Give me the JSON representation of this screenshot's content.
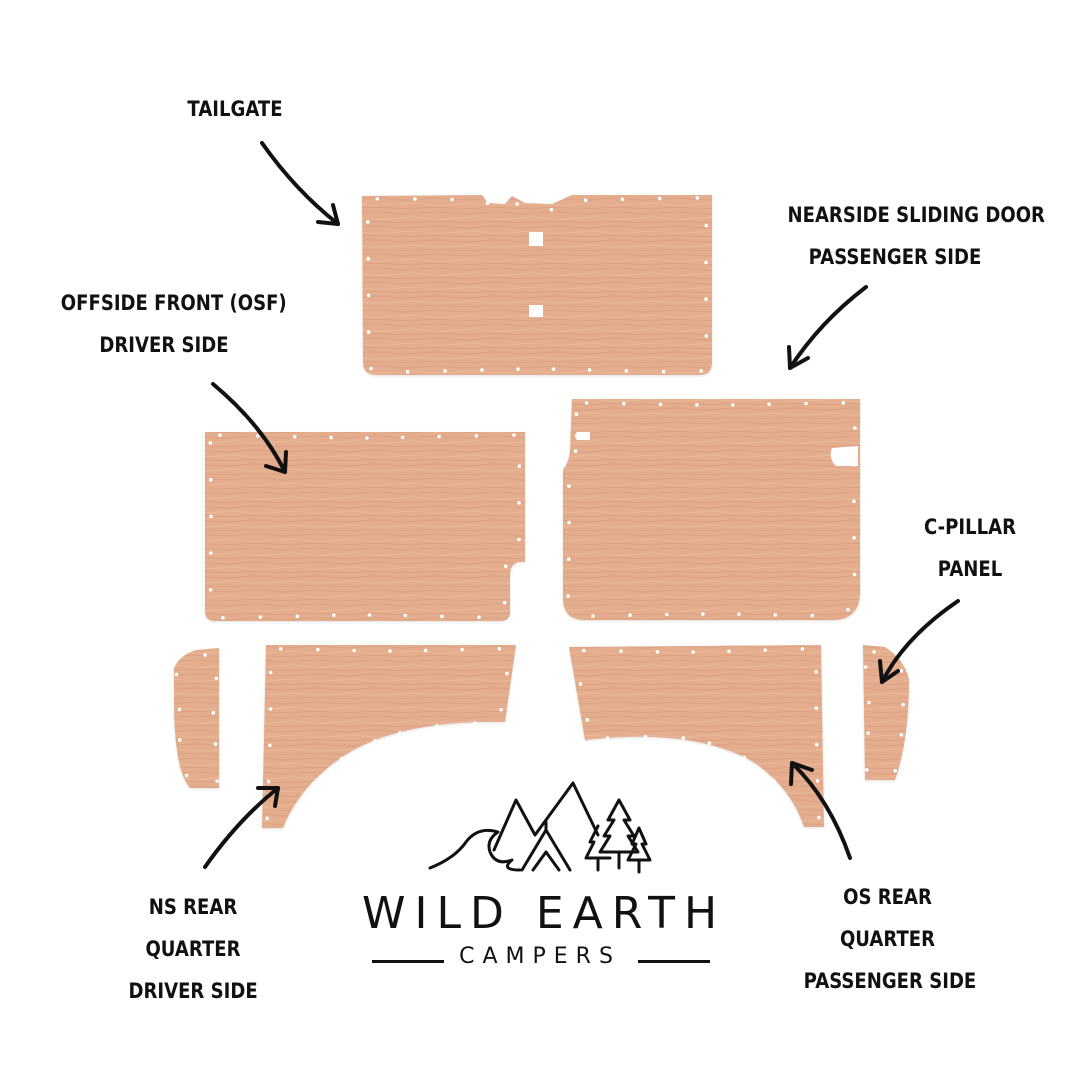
{
  "colors": {
    "wood": "#e3ad8e",
    "wood_light": "#ecc1a6",
    "wood_dark": "#cf9576",
    "ink": "#111111",
    "hole": "#ffffff"
  },
  "labels": {
    "tailgate": [
      "TAILGATE"
    ],
    "nearside_sliding_door": [
      "NEARSIDE SLIDING DOOR",
      "PASSENGER SIDE"
    ],
    "offside_front": [
      "OFFSIDE FRONT (OSF)",
      "DRIVER SIDE"
    ],
    "c_pillar": [
      "C-PILLAR",
      "PANEL"
    ],
    "ns_rear_quarter": [
      "NS REAR",
      "QUARTER",
      "DRIVER SIDE"
    ],
    "os_rear_quarter": [
      "OS REAR",
      "QUARTER",
      "PASSENGER SIDE"
    ]
  },
  "logo": {
    "title": "WILD EARTH",
    "subtitle": "CAMPERS",
    "icons": [
      "mountain-icon",
      "wave-icon",
      "tent-icon",
      "pine-tree-icon"
    ]
  }
}
